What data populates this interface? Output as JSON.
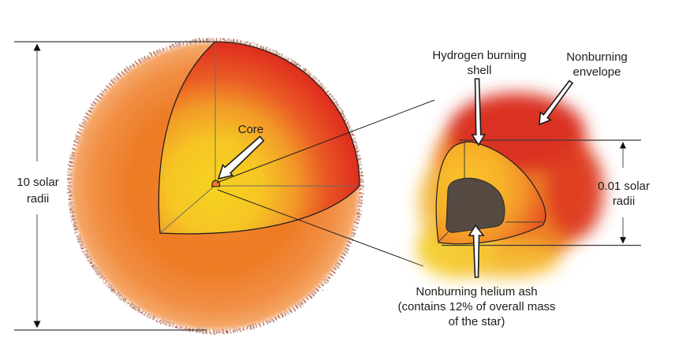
{
  "diagram": {
    "star": {
      "core_label": "Core",
      "radius_label": "10 solar\nradii"
    },
    "inset": {
      "shell_label": "Hydrogen burning\nshell",
      "envelope_label": "Nonburning\nenvelope",
      "ash_label": "Nonburning helium ash\n(contains 12% of overall mass\nof the star)",
      "radius_label": "0.01 solar\nradii"
    },
    "colors": {
      "surface_orange": "#ee7a24",
      "surface_glow": "#f5a96b",
      "interior_yellow": "#f6d31f",
      "interior_red": "#de2a1d",
      "helium_ash_gray": "#554a42",
      "core_dot": "#ee7b25",
      "envelope_red": "#da3120",
      "envelope_yellow": "#f4cf38"
    }
  }
}
